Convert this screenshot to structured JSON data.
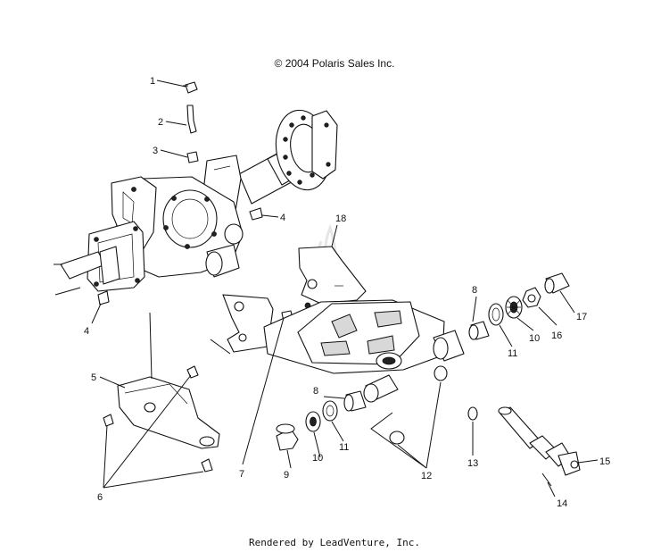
{
  "header": {
    "copyright": "© 2004 Polaris Sales Inc."
  },
  "footer": {
    "rendered_by": "Rendered by LeadVenture, Inc."
  },
  "callouts": [
    {
      "id": "c1",
      "label": "1"
    },
    {
      "id": "c2",
      "label": "2"
    },
    {
      "id": "c3",
      "label": "3"
    },
    {
      "id": "c4a",
      "label": "4"
    },
    {
      "id": "c4b",
      "label": "4"
    },
    {
      "id": "c5",
      "label": "5"
    },
    {
      "id": "c6",
      "label": "6"
    },
    {
      "id": "c7",
      "label": "7"
    },
    {
      "id": "c8a",
      "label": "8"
    },
    {
      "id": "c8b",
      "label": "8"
    },
    {
      "id": "c9",
      "label": "9"
    },
    {
      "id": "c10a",
      "label": "10"
    },
    {
      "id": "c10b",
      "label": "10"
    },
    {
      "id": "c11a",
      "label": "11"
    },
    {
      "id": "c11b",
      "label": "11"
    },
    {
      "id": "c12",
      "label": "12"
    },
    {
      "id": "c13",
      "label": "13"
    },
    {
      "id": "c14",
      "label": "14"
    },
    {
      "id": "c15",
      "label": "15"
    },
    {
      "id": "c16",
      "label": "16"
    },
    {
      "id": "c17",
      "label": "17"
    },
    {
      "id": "c18",
      "label": "18"
    }
  ]
}
